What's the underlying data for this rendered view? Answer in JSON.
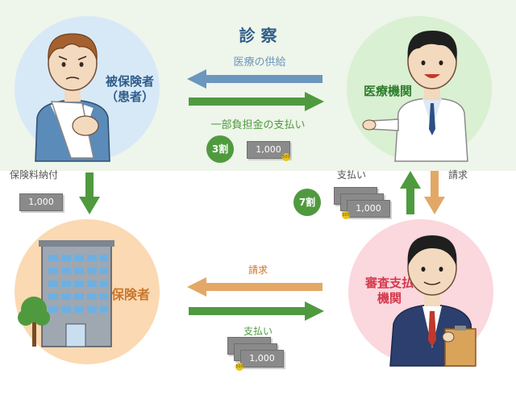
{
  "colors": {
    "blue_arrow": "#6b96bf",
    "green_arrow": "#4f9a3f",
    "orange_arrow": "#e3a866",
    "patient_circle": "#d7e9f7",
    "clinic_circle": "#d9f0d2",
    "insurer_circle": "#fbd9b2",
    "review_circle": "#fbd7de",
    "band": "#eef5ea",
    "label_blue": "#2f5d8a",
    "label_green": "#2f7d2f",
    "label_orange": "#c9772c",
    "label_red": "#d4384c"
  },
  "top": {
    "title": "診 察",
    "supply_label": "医療の供給",
    "payment_label": "一部負担金の支払い"
  },
  "nodes": {
    "patient_line1": "被保険者",
    "patient_line2": "（患者）",
    "clinic": "医療機関",
    "insurer": "保険者",
    "review_line1": "審査支払",
    "review_line2": "機関"
  },
  "flows": {
    "premium_label": "保険料納付",
    "claim_right_label": "請求",
    "payment_left_label": "支払い",
    "claim_bottom_label": "請求",
    "payment_bottom_label": "支払い"
  },
  "money": {
    "amount": "1,000",
    "coin": "500"
  },
  "shares": {
    "patient_share": "3割",
    "insurer_share": "7割"
  }
}
